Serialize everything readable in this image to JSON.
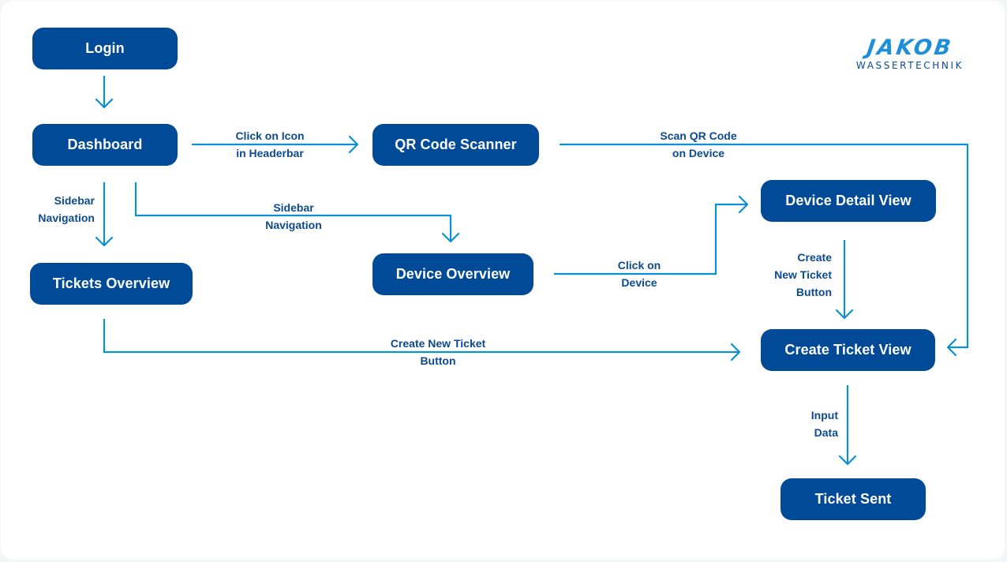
{
  "nodes": {
    "login": "Login",
    "dashboard": "Dashboard",
    "qr_code_scanner": "QR Code Scanner",
    "tickets_overview": "Tickets Overview",
    "device_overview": "Device Overview",
    "device_detail_view": "Device Detail View",
    "create_ticket_view": "Create Ticket View",
    "ticket_sent": "Ticket Sent"
  },
  "edges": {
    "click_icon": [
      "Click on Icon",
      "in Headerbar"
    ],
    "scan_qr": [
      "Scan QR Code",
      "on Device"
    ],
    "sidebar_left": [
      "Sidebar",
      "Navigation"
    ],
    "sidebar_right": [
      "Sidebar",
      "Navigation"
    ],
    "click_device": [
      "Click on",
      "Device"
    ],
    "create_detail": [
      "Create",
      "New Ticket",
      "Button"
    ],
    "create_tickets": [
      "Create New Ticket",
      "Button"
    ],
    "input_data": [
      "Input",
      "Data"
    ]
  },
  "logo": {
    "wordmark": "JAKOB",
    "subtitle": "WASSERTECHNIK"
  },
  "colors": {
    "node_fill": "#004a98",
    "node_text": "#ffffff",
    "arrow": "#0b8fd6",
    "label_text": "#0b4a91",
    "logo_accent": "#1b8fd9"
  }
}
